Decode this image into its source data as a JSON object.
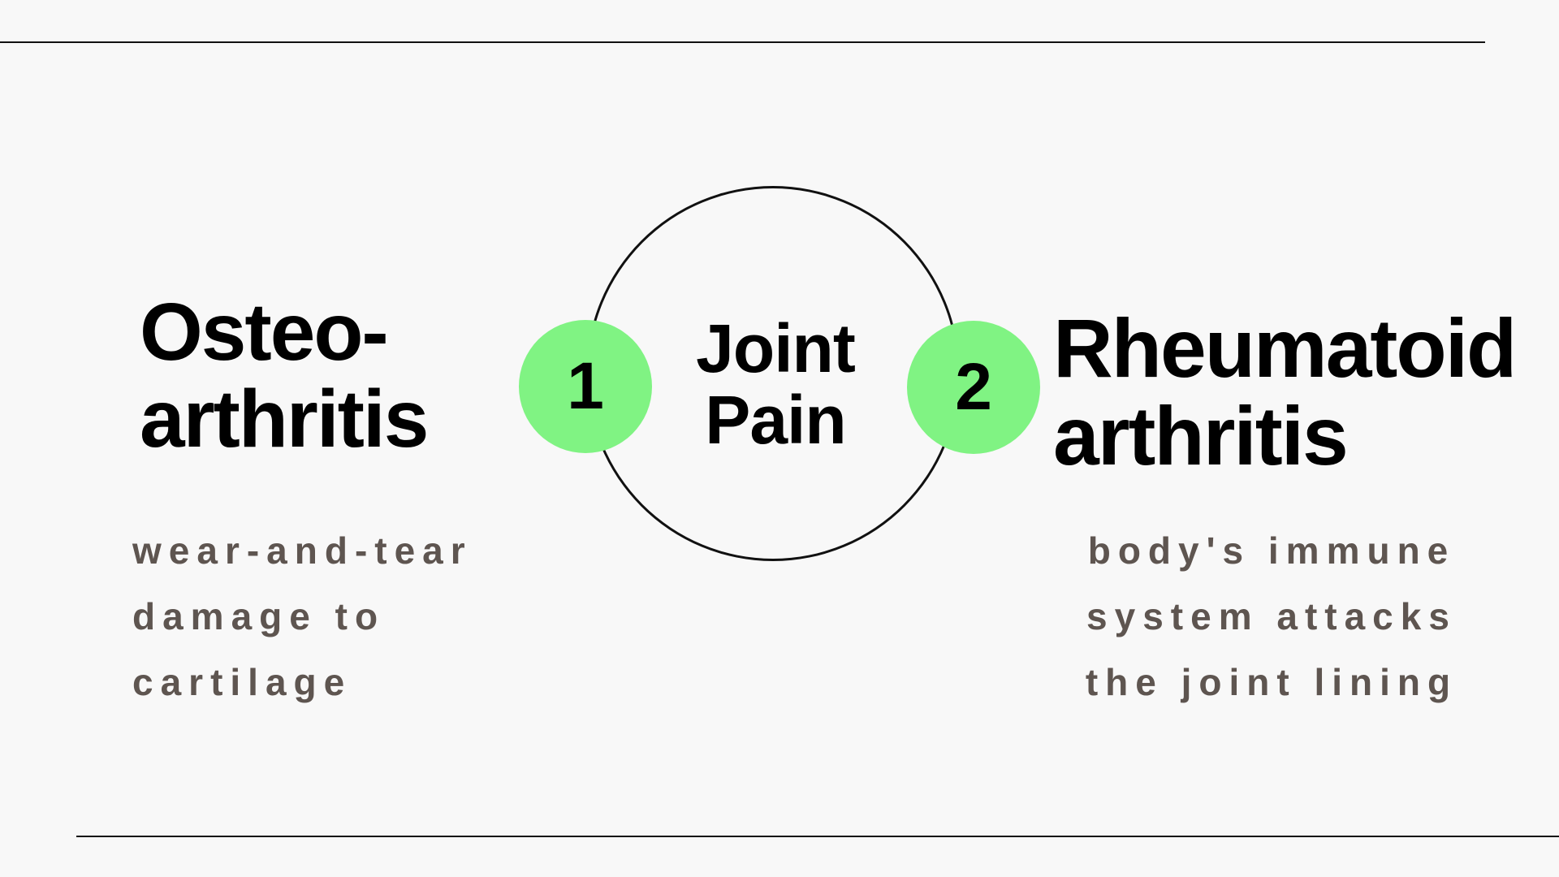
{
  "colors": {
    "background": "#f8f8f8",
    "accent": "#80f383",
    "heading": "#000000",
    "body_text": "#5e5550",
    "lines": "#111111"
  },
  "center": {
    "title_lines": [
      "Joint",
      "Pain"
    ]
  },
  "items": [
    {
      "number": "1",
      "title_lines": [
        "Osteo-",
        "arthritis"
      ],
      "description_lines": [
        "wear-and-tear",
        "damage to",
        "cartilage"
      ]
    },
    {
      "number": "2",
      "title_lines": [
        "Rheumatoid",
        "arthritis"
      ],
      "description_lines": [
        "body's immune",
        "system attacks",
        "the joint lining"
      ]
    }
  ]
}
